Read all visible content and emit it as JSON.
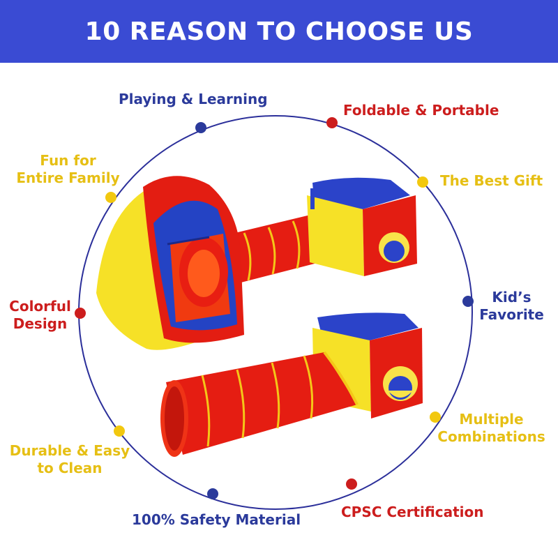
{
  "banner": {
    "title": "10 REASON TO CHOOSE US"
  },
  "reasons": [
    {
      "text": "Playing & Learning",
      "color": "#2b3a9b"
    },
    {
      "text": "Foldable & Portable",
      "color": "#cc1d1d"
    },
    {
      "lines": [
        "Fun for",
        "Entire Family"
      ],
      "color": "#e6bf14"
    },
    {
      "text": "The Best Gift",
      "color": "#e6bf14"
    },
    {
      "lines": [
        "Colorful",
        "Design"
      ],
      "color": "#cc1d1d"
    },
    {
      "lines": [
        "Kid’s",
        "Favorite"
      ],
      "color": "#2b3a9b"
    },
    {
      "lines": [
        "Durable & Easy",
        "to Clean"
      ],
      "color": "#e6bf14"
    },
    {
      "lines": [
        "Multiple",
        "Combinations"
      ],
      "color": "#e6bf14"
    },
    {
      "text": "100% Safety Material",
      "color": "#2b3a9b"
    },
    {
      "text": "CPSC Certification",
      "color": "#cc1d1d"
    }
  ],
  "colors": {
    "banner": "#3a4bd3",
    "blue": "#2b3a9b",
    "red": "#cc1d1d",
    "yellow": "#e6bf14"
  }
}
